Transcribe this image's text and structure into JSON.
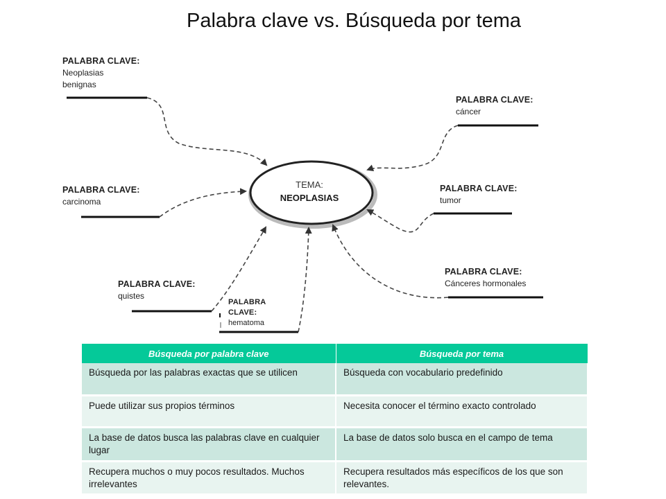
{
  "title": "Palabra clave vs. Búsqueda por tema",
  "center": {
    "line1": "TEMA:",
    "line2": "NEOPLASIAS"
  },
  "keyword_label": "PALABRA CLAVE:",
  "keywords": {
    "neoplasias_benignas": {
      "label": "PALABRA CLAVE:",
      "lines": [
        "Neoplasias",
        "benignas"
      ]
    },
    "cancer": {
      "label": "PALABRA CLAVE:",
      "lines": [
        "cáncer"
      ]
    },
    "carcinoma": {
      "label": "PALABRA CLAVE:",
      "lines": [
        "carcinoma"
      ]
    },
    "tumor": {
      "label": "PALABRA CLAVE:",
      "lines": [
        "tumor"
      ]
    },
    "canceres_hormonales": {
      "label": "PALABRA CLAVE:",
      "lines": [
        "Cánceres hormonales"
      ]
    },
    "quistes": {
      "label": "PALABRA CLAVE:",
      "lines": [
        "quistes"
      ]
    },
    "hematoma": {
      "label_lines": [
        "PALABRA",
        "CLAVE:"
      ],
      "lines": [
        "hematoma"
      ]
    }
  },
  "table": {
    "headers": [
      "Búsqueda por palabra clave",
      "Búsqueda por tema"
    ],
    "rows": [
      [
        "Búsqueda por las palabras exactas que se utilicen",
        "Búsqueda con vocabulario predefinido"
      ],
      [
        "Puede utilizar sus propios términos",
        "Necesita conocer el término exacto controlado"
      ],
      [
        "La base de datos busca las palabras clave en cualquier lugar",
        "La base de datos solo busca en el campo de tema"
      ],
      [
        "Recupera muchos o muy pocos resultados. Muchos irrelevantes",
        "Recupera resultados más específicos de los que son relevantes."
      ]
    ]
  },
  "colors": {
    "table_header": "#05c999",
    "row_dark": "#cbe7df",
    "row_light": "#e8f4f0"
  }
}
